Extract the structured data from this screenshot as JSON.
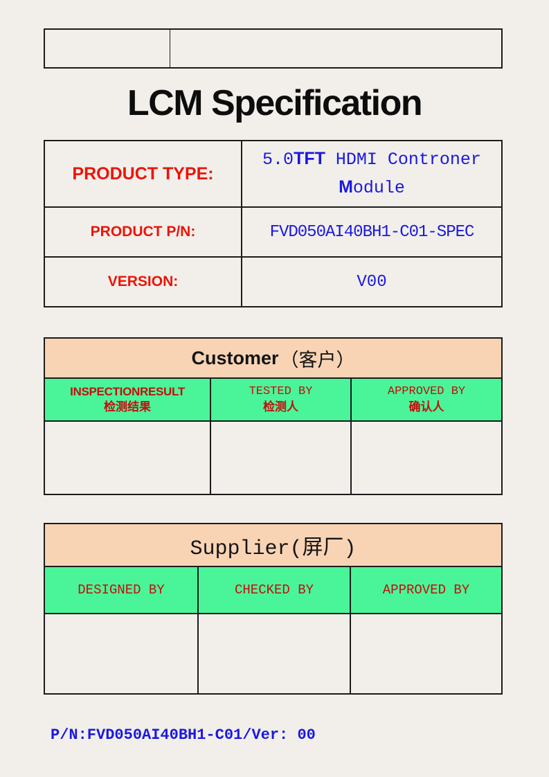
{
  "title": "LCM Specification",
  "product_table": {
    "rows": [
      {
        "label": "PRODUCT TYPE:",
        "value": {
          "l1_normal_a": "5.0",
          "l1_bold": "TFT",
          "l1_normal_b": " HDMI Controner",
          "l2_bold": "M",
          "l2_normal": "odule"
        }
      },
      {
        "label": "PRODUCT P/N:",
        "value": "FVD050AI40BH1-C01-SPEC"
      },
      {
        "label": "VERSION:",
        "value": "V00"
      }
    ]
  },
  "customer_table": {
    "title_en": "Customer",
    "title_cn": "（客户）",
    "columns": [
      {
        "en": "INSPECTIONRESULT",
        "cn": "检测结果"
      },
      {
        "en": "TESTED BY",
        "cn": "检测人"
      },
      {
        "en": "APPROVED BY",
        "cn": "确认人"
      }
    ]
  },
  "supplier_table": {
    "title": "Supplier(屏厂)",
    "columns": [
      "DESIGNED BY",
      "CHECKED BY",
      "APPROVED BY"
    ]
  },
  "footer": {
    "text": "P/N:FVD050AI40BH1-C01/Ver: 00"
  },
  "colors": {
    "page_background": "#f2efea",
    "border_black": "#1b1b1b",
    "label_red": "#ee1207",
    "table_header_red": "#c60d0d",
    "value_blue": "#1a18e0",
    "header_peach": "#f8d4b5",
    "header_green": "#4af599",
    "title_black": "#0d0d0d"
  }
}
